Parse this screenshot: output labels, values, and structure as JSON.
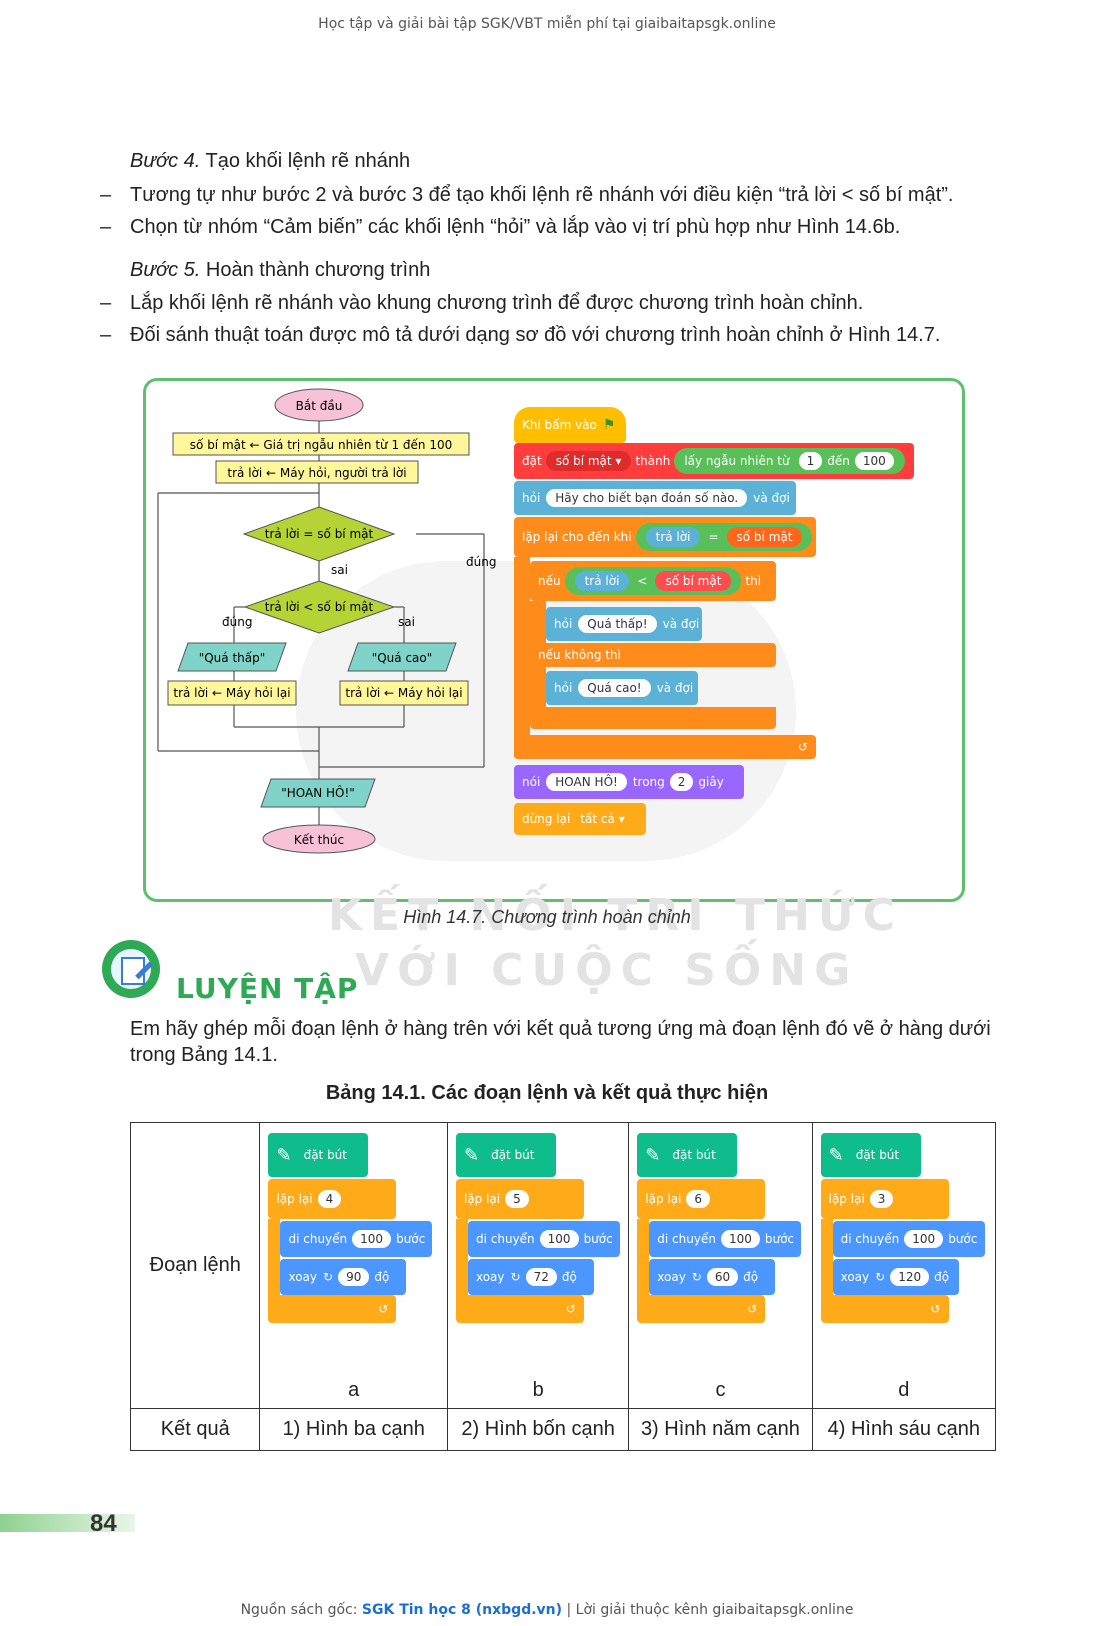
{
  "header": "Học tập và giải bài tập SGK/VBT miễn phí tại giaibaitapsgk.online",
  "step4": {
    "label": "Bước 4.",
    "text": " Tạo khối lệnh rẽ nhánh"
  },
  "step4_bullets": [
    "Tương tự như bước 2 và bước 3 để tạo khối lệnh rẽ nhánh với điều kiện “trả lời < số bí mật”.",
    "Chọn từ nhóm “Cảm biến” các khối lệnh “hỏi” và lắp vào vị trí phù hợp như Hình 14.6b."
  ],
  "step5": {
    "label": "Bước 5.",
    "text": " Hoàn thành chương trình"
  },
  "step5_bullets": [
    "Lắp khối lệnh rẽ nhánh vào khung chương trình để được chương trình hoàn chỉnh.",
    "Đối sánh thuật toán được mô tả dưới dạng sơ đồ với chương trình hoàn chỉnh ở Hình 14.7."
  ],
  "flowchart": {
    "start": "Bắt đầu",
    "assign_secret": "số bí mật ← Giá trị ngẫu nhiên từ 1 đến 100",
    "assign_answer": "trả lời ← Máy hỏi, người trả lời",
    "cond1": "trả lời = số bí mật",
    "cond1_false": "sai",
    "cond1_true": "đúng",
    "cond2": "trả lời < số bí mật",
    "cond2_true": "đúng",
    "cond2_false": "sai",
    "out_low": "\"Quá thấp\"",
    "out_high": "\"Quá cao\"",
    "reask_left": "trả lời ← Máy hỏi lại",
    "reask_right": "trả lời ← Máy hỏi lại",
    "out_win": "\"HOAN HÔ!\"",
    "end": "Kết thúc"
  },
  "scratch": {
    "hat": "Khi bấm vào",
    "set": "đặt",
    "secret_var": "số bí mật",
    "to": "thành",
    "random": "lấy ngẫu nhiên từ",
    "rand_from": "1",
    "rand_to_word": "đến",
    "rand_to": "100",
    "ask": "hỏi",
    "ask_text": "Hãy cho biết bạn đoán số nào.",
    "and_wait": "và đợi",
    "repeat_until": "lặp lại cho đến khi",
    "answer": "trả lời",
    "eq": "=",
    "secret_var2": "số bí mật",
    "if": "nếu",
    "answer2": "trả lời",
    "lt": "<",
    "secret_var3": "số bí mật",
    "then": "thì",
    "ask2": "hỏi",
    "too_low": "Quá thấp!",
    "and_wait2": "và đợi",
    "else": "nếu không thì",
    "ask3": "hỏi",
    "too_high": "Quá cao!",
    "and_wait3": "và đợi",
    "say": "nói",
    "hooray": "HOAN HÔ!",
    "for": "trong",
    "secs": "2",
    "seconds": "giây",
    "stop": "dừng lại",
    "all": "tất cả"
  },
  "watermark": {
    "line1": "KẾT NỐI TRI THỨC",
    "line2": "VỚI CUỘC SỐNG"
  },
  "caption": "Hình 14.7. Chương trình hoàn chỉnh",
  "practice_title": "LUYỆN TẬP",
  "practice_text": "Em hãy ghép mỗi đoạn lệnh ở hàng trên với kết quả tương ứng mà đoạn lệnh đó vẽ ở hàng dưới trong Bảng 14.1.",
  "table_title": "Bảng 14.1. Các đoạn lệnh và kết quả thực hiện",
  "table": {
    "row1_header": "Đoạn lệnh",
    "row2_header": "Kết quả",
    "pen_label": "đặt bút",
    "repeat_label": "lặp lại",
    "move_label": "di chuyển",
    "steps_label": "bước",
    "turn_label": "xoay",
    "deg_label": "độ",
    "columns": [
      {
        "letter": "a",
        "repeat": "4",
        "move": "100",
        "turn": "90",
        "result": "1) Hình ba cạnh"
      },
      {
        "letter": "b",
        "repeat": "5",
        "move": "100",
        "turn": "72",
        "result": "2) Hình bốn cạnh"
      },
      {
        "letter": "c",
        "repeat": "6",
        "move": "100",
        "turn": "60",
        "result": "3) Hình năm cạnh"
      },
      {
        "letter": "d",
        "repeat": "3",
        "move": "100",
        "turn": "120",
        "result": "4) Hình sáu cạnh"
      }
    ]
  },
  "page_number": "84",
  "footer": {
    "prefix": "Nguồn sách gốc: ",
    "book": "SGK Tin học 8 (nxbgd.vn)",
    "suffix": " | Lời giải thuộc kênh giaibaitapsgk.online"
  },
  "colors": {
    "green_frame": "#5cc16a",
    "title_green": "#2eaa56",
    "event_yellow": "#ffbf00",
    "variable_orange": "#ff8c1a",
    "control_orange": "#ffab19",
    "sensor_blue": "#5cb1d6",
    "looks_purple": "#9966ff",
    "pen_green": "#0fbd8c",
    "motion_blue": "#4c97ff",
    "flow_yellow": "#fff799",
    "flow_green": "#b5d334",
    "flow_teal": "#7fd3c9",
    "flow_pink": "#f7c1d8"
  }
}
